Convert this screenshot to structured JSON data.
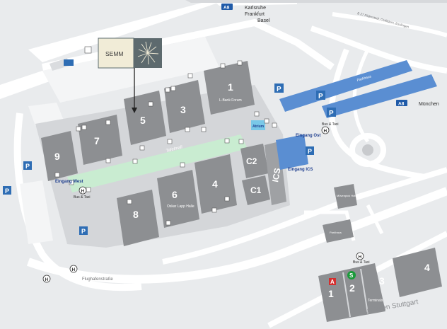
{
  "colors": {
    "background": "#e9ebed",
    "road": "#ffffff",
    "hall": "#8d8f92",
    "mall": "#c9ecd1",
    "parking_blue": "#5a8ed2",
    "parking_sign": "#2e6db4",
    "highway_badge": "#1f5aa8",
    "airport_red": "#d32f2f",
    "airport_green": "#1a9a3a"
  },
  "highways": {
    "north": {
      "badge": "A8",
      "destinations": [
        "Karlsruhe",
        "Frankfurt",
        "Basel"
      ]
    },
    "east": {
      "badge": "A8",
      "destination": "München"
    },
    "northeast_road": "B 27 Filderstadt, Ostfildern, Esslingen"
  },
  "halls": {
    "h1": "1",
    "h1_name": "L-Bank Forum",
    "h3": "3",
    "h5": "5",
    "h7": "7",
    "h9": "9",
    "h4": "4",
    "h6": "6",
    "h6_name": "Oskar Lapp Halle",
    "h8": "8",
    "c1": "C1",
    "c2": "C2",
    "ics": "ICS"
  },
  "labels": {
    "atrium": "Atrium",
    "mall": "Tafelmall",
    "parkhaus": "Parkhaus",
    "entrance_east": "Eingang Ost",
    "entrance_ics": "Eingang ICS",
    "entrance_west": "Eingang West",
    "bus_taxi": "Bus & Taxi",
    "flughafenstrasse": "Flughafenstraße",
    "airport": "Flughafen Stuttgart",
    "terminals": "Terminals",
    "terminal_1": "1",
    "terminal_2": "2",
    "terminal_3": "3",
    "terminal_4": "4",
    "sbahn": "S",
    "ubahn": "A",
    "hotel": "Mövenpick Hotel",
    "parkhaus_airport": "Parkhaus"
  },
  "callout": {
    "label": "SEMM",
    "points_to_hall": "5"
  },
  "signs": {
    "parking": "P",
    "bus_stop": "H"
  }
}
